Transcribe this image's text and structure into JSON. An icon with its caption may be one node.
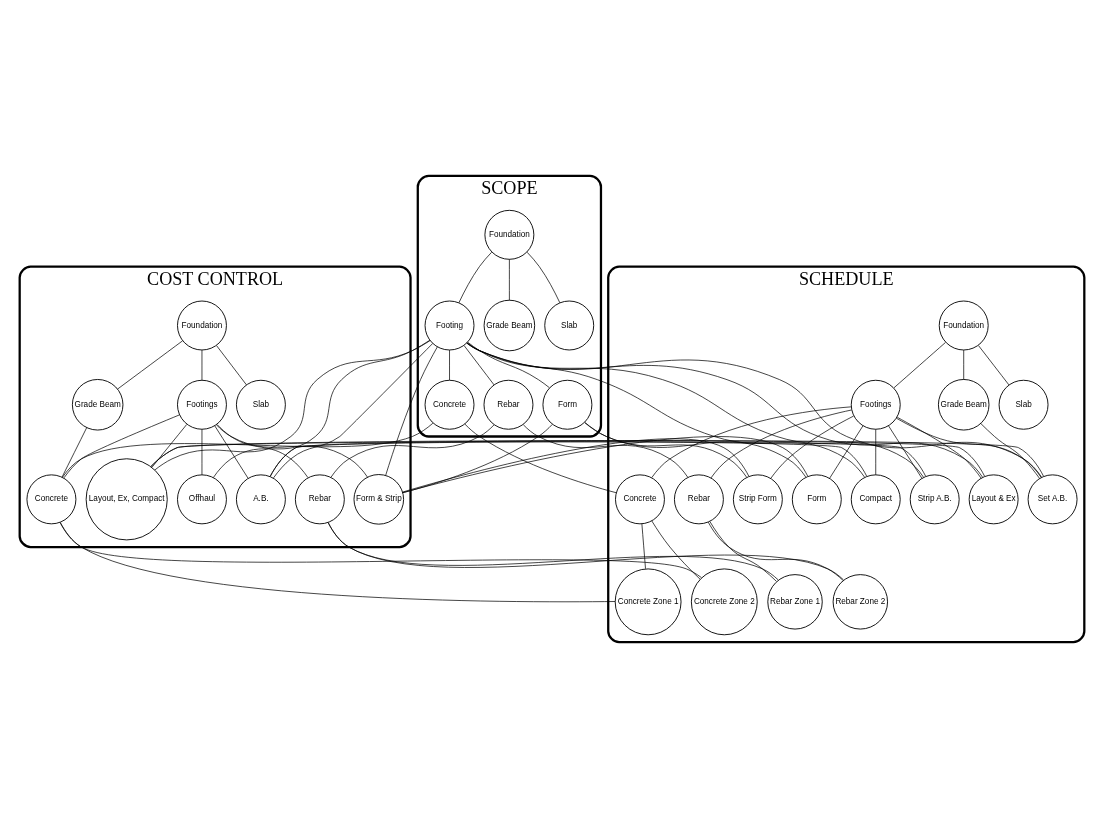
{
  "diagram": {
    "nodes": [
      {
        "text": [
          "SCOPE"
        ]
      },
      {
        "text": [
          "Foundation"
        ],
        "in": 0
      },
      {
        "text": [
          "Footing"
        ],
        "in": 0
      },
      {
        "text": [
          "Grade Beam"
        ],
        "in": 0
      },
      {
        "text": [
          "Slab"
        ],
        "in": 0
      },
      {
        "text": [
          "Form"
        ],
        "in": 0
      },
      {
        "text": [
          "Rebar"
        ],
        "in": 0
      },
      {
        "text": [
          "Concrete"
        ],
        "in": 0
      },
      {
        "text": [
          "COST CONTROL"
        ]
      },
      {
        "text": [
          "Foundation"
        ],
        "in": 8
      },
      {
        "text": [
          "Footings"
        ],
        "in": 8
      },
      {
        "text": [
          "Grade Beam"
        ],
        "in": 8
      },
      {
        "text": [
          "Slab"
        ],
        "in": 8
      },
      {
        "text": [
          "Layout, Ex, Compact"
        ],
        "in": 8
      },
      {
        "text": [
          "Offhaul"
        ],
        "in": 8
      },
      {
        "text": [
          "Form & Strip"
        ],
        "in": 8
      },
      {
        "text": [
          "A.B."
        ],
        "in": 8
      },
      {
        "text": [
          "Rebar"
        ],
        "in": 8
      },
      {
        "text": [
          "Concrete"
        ],
        "in": 8
      },
      {
        "text": [
          "SCHEDULE"
        ]
      },
      {
        "text": [
          "Foundation"
        ],
        "in": 19
      },
      {
        "text": [
          "Footings"
        ],
        "in": 19
      },
      {
        "text": [
          "Grade Beam"
        ],
        "in": 19
      },
      {
        "text": [
          "Slab"
        ],
        "in": 19
      },
      {
        "text": [
          "Layout & Ex"
        ],
        "in": 19
      },
      {
        "text": [
          "Compact"
        ],
        "in": 19
      },
      {
        "text": [
          "Form"
        ],
        "in": 19
      },
      {
        "text": [
          "Rebar"
        ],
        "in": 19
      },
      {
        "text": [
          "Set A.B."
        ],
        "in": 19
      },
      {
        "text": [
          "Concrete"
        ],
        "in": 19
      },
      {
        "text": [
          "Strip A.B."
        ],
        "in": 19
      },
      {
        "text": [
          "Strip Form"
        ],
        "in": 19
      },
      {
        "text": [
          "Rebar Zone 1"
        ],
        "in": 19
      },
      {
        "text": [
          "Rebar Zone 2"
        ],
        "in": 19
      },
      {
        "text": [
          "Concrete Zone 1"
        ],
        "in": 19
      },
      {
        "text": [
          "Concrete Zone 2"
        ],
        "in": 19
      }
    ],
    "edges": [
      {
        "from": 1,
        "to": 2,
        "arrow": "none"
      },
      {
        "from": 1,
        "to": 3,
        "arrow": "none"
      },
      {
        "from": 1,
        "to": 4,
        "arrow": "none"
      },
      {
        "from": 2,
        "to": 5,
        "arrow": "none"
      },
      {
        "from": 2,
        "to": 6,
        "arrow": "none"
      },
      {
        "from": 2,
        "to": 7,
        "arrow": "none"
      },
      {
        "from": 9,
        "to": 10,
        "arrow": "none"
      },
      {
        "from": 9,
        "to": 11,
        "arrow": "none"
      },
      {
        "from": 9,
        "to": 12,
        "arrow": "none"
      },
      {
        "from": 10,
        "to": 13,
        "arrow": "none"
      },
      {
        "from": 10,
        "to": 14,
        "arrow": "none"
      },
      {
        "from": 10,
        "to": 15,
        "arrow": "none"
      },
      {
        "from": 10,
        "to": 16,
        "arrow": "none"
      },
      {
        "from": 10,
        "to": 17,
        "arrow": "none"
      },
      {
        "from": 10,
        "to": 18,
        "arrow": "none"
      },
      {
        "from": 11,
        "to": 18,
        "arrow": "none"
      },
      {
        "from": 20,
        "to": 21,
        "arrow": "none"
      },
      {
        "from": 20,
        "to": 22,
        "arrow": "none"
      },
      {
        "from": 20,
        "to": 23,
        "arrow": "none"
      },
      {
        "from": 21,
        "to": 24,
        "arrow": "none"
      },
      {
        "from": 21,
        "to": 25,
        "arrow": "none"
      },
      {
        "from": 21,
        "to": 26,
        "arrow": "none"
      },
      {
        "from": 21,
        "to": 27,
        "arrow": "none"
      },
      {
        "from": 21,
        "to": 28,
        "arrow": "none"
      },
      {
        "from": 21,
        "to": 29,
        "arrow": "none"
      },
      {
        "from": 21,
        "to": 30,
        "arrow": "none"
      },
      {
        "from": 21,
        "to": 31,
        "arrow": "none"
      },
      {
        "from": 22,
        "to": 28,
        "arrow": "none"
      },
      {
        "from": 27,
        "to": 32,
        "arrow": "none"
      },
      {
        "from": 27,
        "to": 33,
        "arrow": "none"
      },
      {
        "from": 29,
        "to": 34,
        "arrow": "none"
      },
      {
        "from": 29,
        "to": 35,
        "arrow": "none"
      },
      {
        "from": 2,
        "to": 13,
        "arrow": "none"
      },
      {
        "from": 2,
        "to": 14,
        "arrow": "none"
      },
      {
        "from": 2,
        "to": 15,
        "arrow": "none"
      },
      {
        "from": 2,
        "to": 16,
        "arrow": "none"
      },
      {
        "from": 2,
        "to": 24,
        "arrow": "none"
      },
      {
        "from": 2,
        "to": 25,
        "arrow": "none"
      },
      {
        "from": 2,
        "to": 28,
        "arrow": "none"
      },
      {
        "from": 2,
        "to": 30,
        "arrow": "none"
      },
      {
        "from": 5,
        "to": 15,
        "arrow": "none"
      },
      {
        "from": 5,
        "to": 26,
        "arrow": "none"
      },
      {
        "from": 5,
        "to": 31,
        "arrow": "none"
      },
      {
        "from": 6,
        "to": 17,
        "arrow": "none"
      },
      {
        "from": 6,
        "to": 27,
        "arrow": "none"
      },
      {
        "from": 7,
        "to": 18,
        "arrow": "none"
      },
      {
        "from": 7,
        "to": 29,
        "arrow": "none"
      },
      {
        "from": 13,
        "to": 24,
        "arrow": "none"
      },
      {
        "from": 13,
        "to": 25,
        "arrow": "none"
      },
      {
        "from": 15,
        "to": 26,
        "arrow": "none"
      },
      {
        "from": 15,
        "to": 31,
        "arrow": "none"
      },
      {
        "from": 16,
        "to": 28,
        "arrow": "none"
      },
      {
        "from": 16,
        "to": 30,
        "arrow": "none"
      },
      {
        "from": 17,
        "to": 32,
        "arrow": "none"
      },
      {
        "from": 17,
        "to": 33,
        "arrow": "none"
      },
      {
        "from": 18,
        "to": 34,
        "arrow": "none"
      },
      {
        "from": 18,
        "to": 35,
        "arrow": "none"
      }
    ]
  }
}
